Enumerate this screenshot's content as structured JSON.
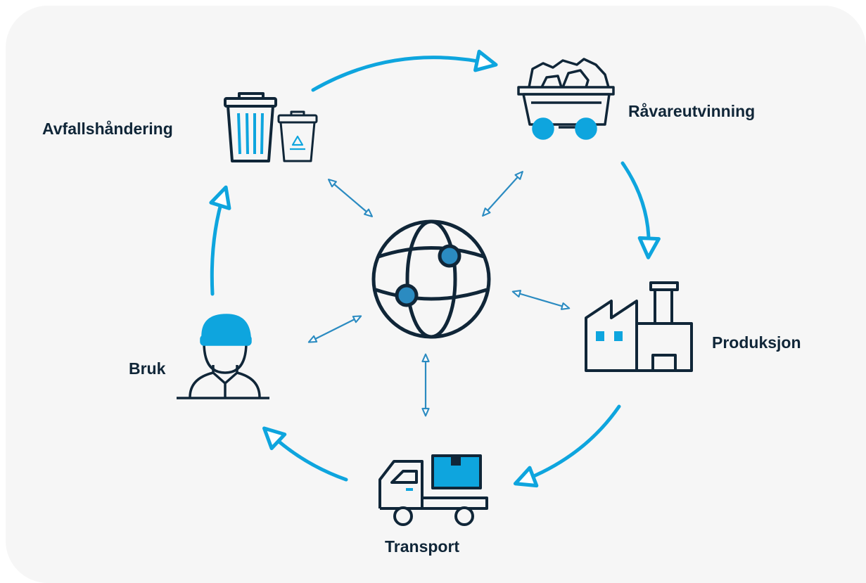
{
  "colors": {
    "accent": "#0ea5de",
    "accent_dark": "#2b8bc1",
    "outline": "#102638",
    "panel": "#f6f6f6"
  },
  "stages": {
    "waste": {
      "label": "Avfallshåndering",
      "icon": "trash-and-recycle-bin-icon"
    },
    "raw_material": {
      "label": "Råvareutvinning",
      "icon": "mining-cart-icon"
    },
    "production": {
      "label": "Produksjon",
      "icon": "factory-icon"
    },
    "transport": {
      "label": "Transport",
      "icon": "delivery-truck-icon"
    },
    "use": {
      "label": "Bruk",
      "icon": "person-with-cap-icon"
    }
  },
  "center": {
    "icon": "globe-network-icon"
  }
}
